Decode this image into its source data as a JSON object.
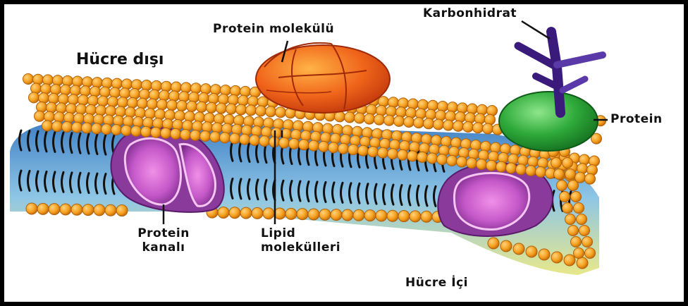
{
  "labels": {
    "outside": "Hücre dışı",
    "inside": "Hücre İçi",
    "protein_molecule": "Protein molekülü",
    "carbohydrate": "Karbonhidrat",
    "protein": "Protein",
    "protein_channel_line1": "Protein",
    "protein_channel_line2": "kanalı",
    "lipid_line1": "Lipid",
    "lipid_line2": "molekülleri"
  },
  "colors": {
    "phospholipid_head": "#f5a020",
    "protein_molecule": "#e85410",
    "protein_channel": "#c458c8",
    "protein_green": "#2faa3a",
    "carbohydrate": "#4a2a8a",
    "membrane_core": "#6fb0d8"
  }
}
